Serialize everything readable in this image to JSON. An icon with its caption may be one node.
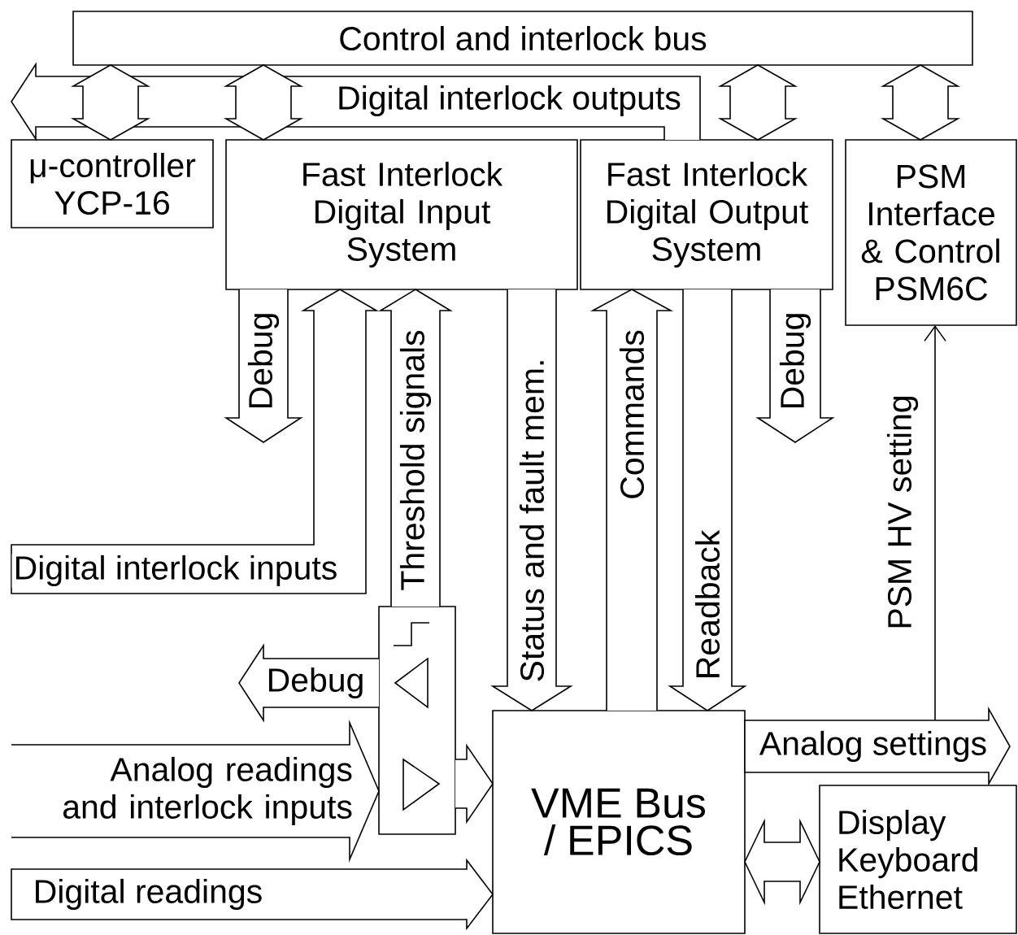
{
  "diagram": {
    "nodes": [
      {
        "text": [
          "Control and interlock bus"
        ]
      },
      {
        "text": [
          "μ-controller YCP-16"
        ]
      },
      {
        "text": [
          "Fast Interlock Digital Input System"
        ]
      },
      {
        "text": [
          "Fast Interlock Digital Output System"
        ]
      },
      {
        "text": [
          "PSM Interface & Control PSM6C"
        ]
      },
      {
        "text": [
          "VME Bus / EPICS"
        ]
      },
      {
        "text": [
          "Display Keyboard Ethernet"
        ]
      },
      {
        "text": [],
        "shape": "box"
      }
    ],
    "edges": [
      {
        "from": 3,
        "to": null,
        "arrow": "to",
        "label": "Digital interlock outputs"
      },
      {
        "from": 0,
        "to": 1,
        "arrow": "both"
      },
      {
        "from": 0,
        "to": 2,
        "arrow": "both"
      },
      {
        "from": 0,
        "to": 3,
        "arrow": "both"
      },
      {
        "from": 0,
        "to": 4,
        "arrow": "both"
      },
      {
        "from": 2,
        "to": null,
        "arrow": "to",
        "label": "Debug"
      },
      {
        "from": null,
        "to": 2,
        "arrow": "to",
        "label": "Digital interlock inputs"
      },
      {
        "from": 7,
        "to": 2,
        "arrow": "to",
        "label": "Threshold signals"
      },
      {
        "from": 2,
        "to": 5,
        "arrow": "to",
        "label": "Status and fault mem."
      },
      {
        "from": 5,
        "to": 3,
        "arrow": "to",
        "label": "Commands"
      },
      {
        "from": 3,
        "to": 5,
        "arrow": "to",
        "label": "Readback"
      },
      {
        "from": 3,
        "to": null,
        "arrow": "to",
        "label": "Debug"
      },
      {
        "from": null,
        "to": 4,
        "arrow": "to",
        "label": "PSM HV setting"
      },
      {
        "from": 5,
        "to": null,
        "arrow": "to",
        "label": "Analog settings"
      },
      {
        "from": 5,
        "to": 6,
        "arrow": "both"
      },
      {
        "from": 7,
        "to": null,
        "arrow": "to",
        "label": "Debug"
      },
      {
        "from": null,
        "to": 7,
        "arrow": "to",
        "label": "Analog readings and interlock inputs"
      },
      {
        "from": 7,
        "to": 5,
        "arrow": "to"
      },
      {
        "from": null,
        "to": 5,
        "arrow": "to",
        "label": "Digital readings"
      }
    ]
  }
}
